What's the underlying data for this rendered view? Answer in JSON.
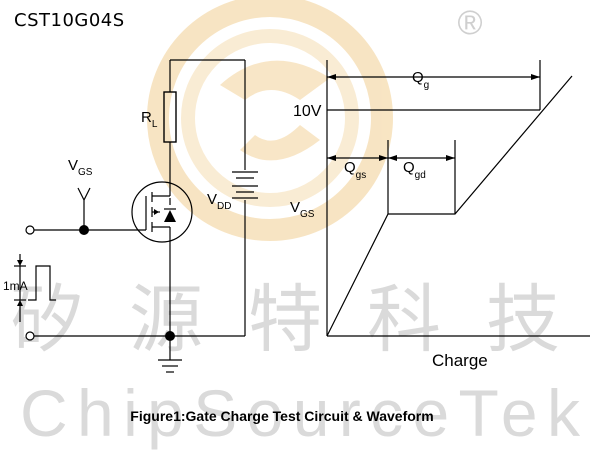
{
  "part_number": "CST10G04S",
  "registered_mark": "®",
  "watermark": {
    "chinese": "矽源特科技",
    "english": "ChipSourceTek"
  },
  "circuit": {
    "vgs_label": {
      "main": "V",
      "sub": "GS"
    },
    "rl_label": {
      "main": "R",
      "sub": "L"
    },
    "vdd_label": {
      "main": "V",
      "sub": "DD"
    },
    "current_label": "1mA"
  },
  "waveform": {
    "level_label": "10V",
    "qg_label": {
      "main": "Q",
      "sub": "g"
    },
    "qgs_label": {
      "main": "Q",
      "sub": "gs"
    },
    "qgd_label": {
      "main": "Q",
      "sub": "gd"
    },
    "vgs_label": {
      "main": "V",
      "sub": "GS"
    },
    "x_axis_label": "Charge"
  },
  "caption": "Figure1:Gate Charge Test Circuit & Waveform",
  "colors": {
    "logo_ring": "#f5d7a6",
    "watermark_text": "#d9d9d9",
    "lines": "#000000"
  }
}
